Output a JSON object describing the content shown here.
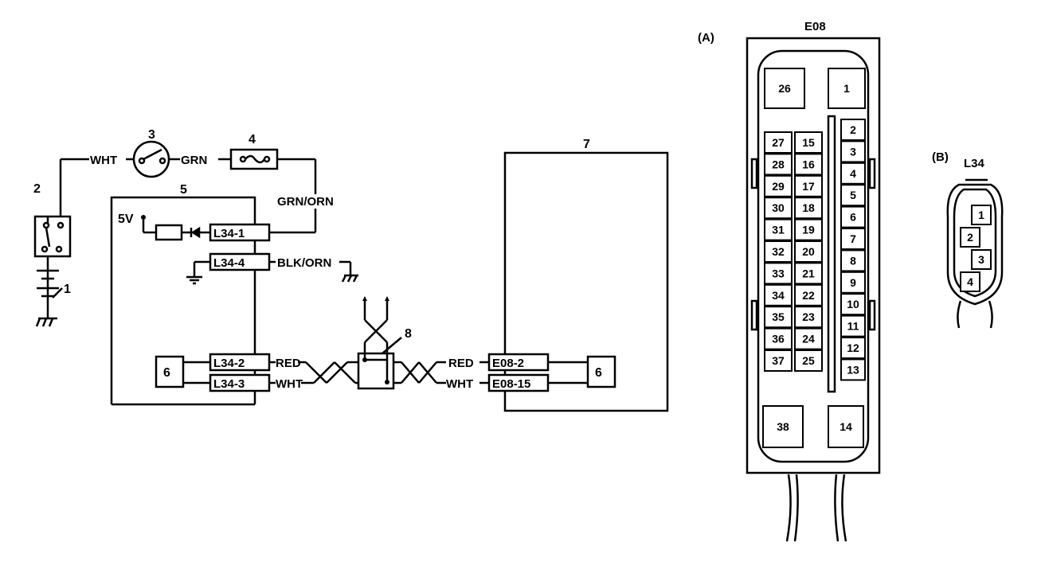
{
  "colors": {
    "ink": "#000000",
    "background": "#ffffff"
  },
  "callouts": {
    "c1": "1",
    "c2": "2",
    "c3": "3",
    "c4": "4",
    "c5": "5",
    "c6a": "6",
    "c6b": "6",
    "c7": "7",
    "c8": "8"
  },
  "voltage": "5V",
  "wires": {
    "wht": "WHT",
    "grn": "GRN",
    "grn_orn": "GRN/ORN",
    "blk_orn": "BLK/ORN",
    "red_l": "RED",
    "wht_l": "WHT",
    "red_r": "RED",
    "wht_r": "WHT"
  },
  "connectors": {
    "l34_1": "L34-1",
    "l34_4": "L34-4",
    "l34_2": "L34-2",
    "l34_3": "L34-3",
    "e08_2": "E08-2",
    "e08_15": "E08-15"
  },
  "connector_a": {
    "tag": "(A)",
    "title": "E08",
    "pins_top": [
      "26",
      "1"
    ],
    "col_left": [
      "27",
      "28",
      "29",
      "30",
      "31",
      "32",
      "33",
      "34",
      "35",
      "36",
      "37"
    ],
    "col_mid": [
      "15",
      "16",
      "17",
      "18",
      "19",
      "20",
      "21",
      "22",
      "23",
      "24",
      "25"
    ],
    "col_right": [
      "2",
      "3",
      "4",
      "5",
      "6",
      "7",
      "8",
      "9",
      "10",
      "11",
      "12",
      "13"
    ],
    "pins_bottom": [
      "38",
      "14"
    ]
  },
  "connector_b": {
    "tag": "(B)",
    "title": "L34",
    "pins": [
      "1",
      "2",
      "3",
      "4"
    ]
  }
}
